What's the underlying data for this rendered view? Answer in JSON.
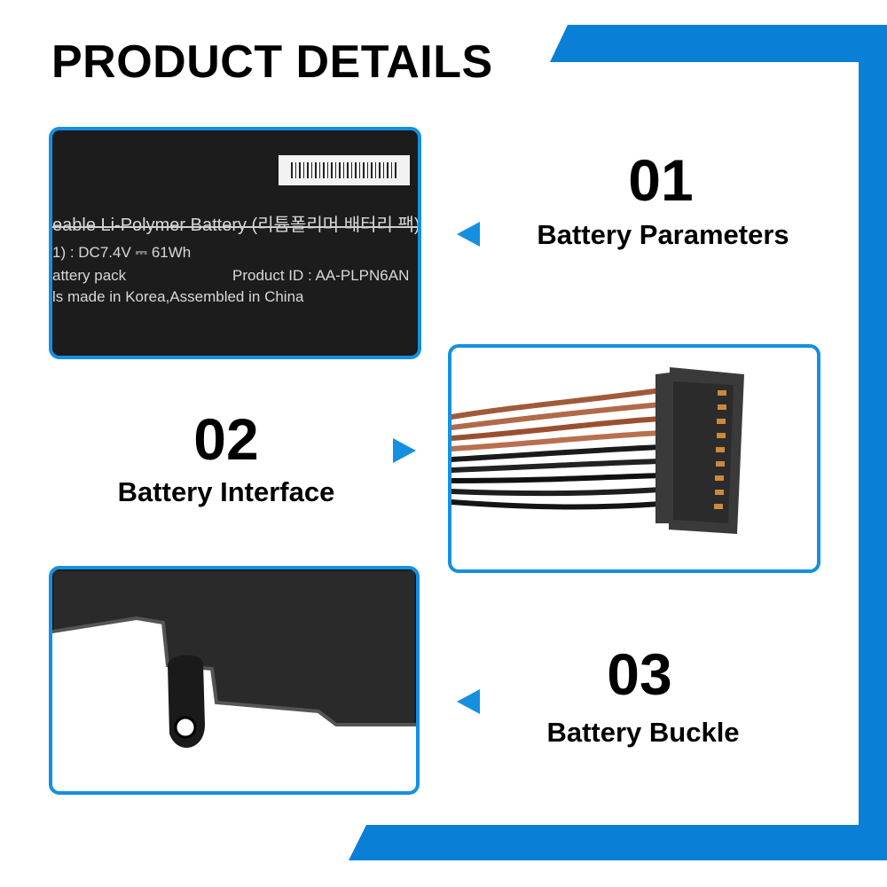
{
  "page": {
    "title": "PRODUCT DETAILS"
  },
  "theme": {
    "accent": "#0a7fd6",
    "border": "#1590e0",
    "text": "#000000"
  },
  "sections": [
    {
      "number": "01",
      "label": "Battery Parameters"
    },
    {
      "number": "02",
      "label": "Battery Interface"
    },
    {
      "number": "03",
      "label": "Battery Buckle"
    }
  ],
  "battery_label": {
    "line1": "eable Li-Polymer Battery  (리튬폴리머 배터리 팩)",
    "line2": "1) : DC7.4V  ⎓  61Wh",
    "line3_left": "attery pack",
    "line3_right": "Product ID : AA-PLPN6AN",
    "line4": "ls made in Korea,Assembled in China"
  },
  "icons": [
    "arrow-left-icon",
    "arrow-right-icon"
  ]
}
